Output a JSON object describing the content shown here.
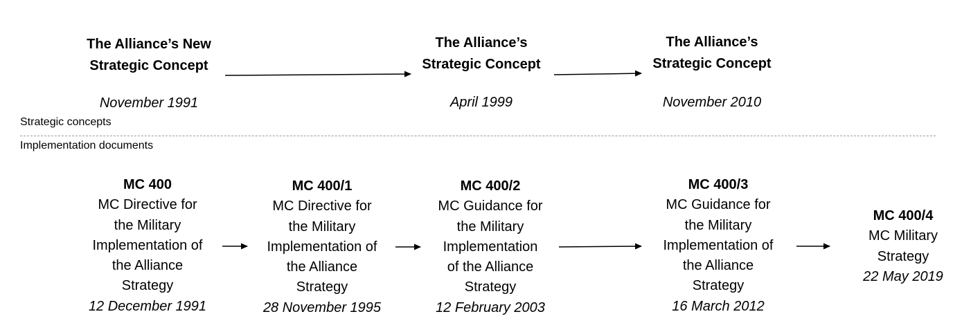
{
  "concepts": [
    {
      "title_line1": "The Alliance’s New",
      "title_line2": "Strategic Concept",
      "date": "November 1991"
    },
    {
      "title_line1": "The Alliance’s",
      "title_line2": "Strategic Concept",
      "date": "April 1999"
    },
    {
      "title_line1": "The Alliance’s",
      "title_line2": "Strategic Concept",
      "date": "November 2010"
    }
  ],
  "labels": {
    "strategic": "Strategic concepts",
    "implementation": "Implementation documents"
  },
  "documents": [
    {
      "code": "MC 400",
      "lines": [
        "MC Directive for",
        "the Military",
        "Implementation of",
        "the Alliance",
        "Strategy"
      ],
      "date": "12 December 1991"
    },
    {
      "code": "MC 400/1",
      "lines": [
        "MC Directive for",
        "the Military",
        "Implementation of",
        "the Alliance",
        "Strategy"
      ],
      "date": "28 November 1995"
    },
    {
      "code": "MC 400/2",
      "lines": [
        "MC Guidance for",
        "the Military",
        "Implementation",
        "of the Alliance",
        "Strategy"
      ],
      "date": "12 February 2003"
    },
    {
      "code": "MC 400/3",
      "lines": [
        "MC Guidance for",
        "the Military",
        "Implementation of",
        "the Alliance",
        "Strategy"
      ],
      "date": "16 March 2012"
    },
    {
      "code": "MC 400/4",
      "lines": [
        "MC Military",
        "Strategy"
      ],
      "date": "22 May 2019"
    }
  ]
}
